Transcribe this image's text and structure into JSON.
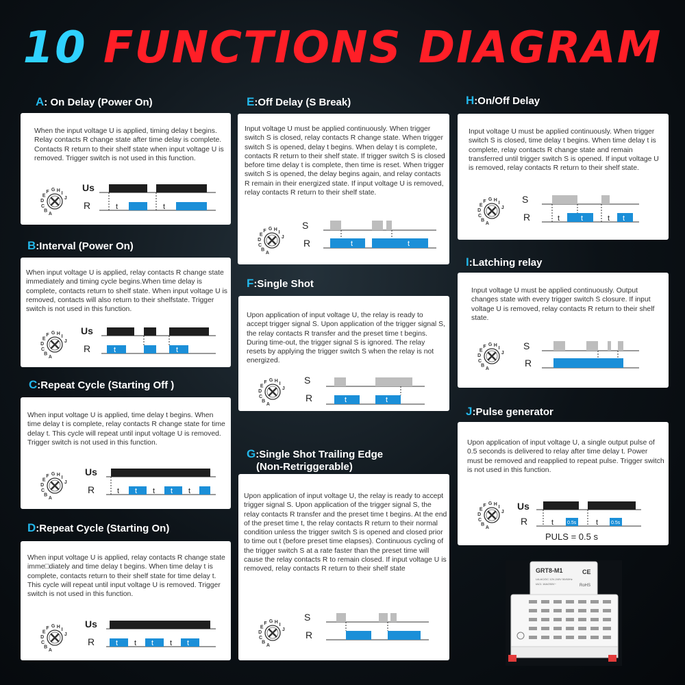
{
  "title": {
    "number": "10",
    "text": "FUNCTIONS DIAGRAM"
  },
  "colors": {
    "accent_blue": "#23b7ea",
    "relay_blue": "#1b8fd8",
    "signal_black": "#1e1e1e",
    "switch_gray": "#bdbdbd",
    "title_red": "#ff1f27",
    "title_cyan": "#2fd2ff"
  },
  "dial": {
    "letters": [
      "A",
      "B",
      "C",
      "D",
      "E",
      "F",
      "G",
      "H",
      "I",
      "J"
    ]
  },
  "functions": [
    {
      "id": "A",
      "label": ": On Delay (Power On)",
      "description": "When the input voltage U is applied, timing delay t begins. Relay contacts R change state after time delay is complete. Contacts R return to their shelf state when input voltage U is removed. Trigger switch is not used in this function.",
      "input_label": "Us",
      "output_label": "R",
      "time_label": "t"
    },
    {
      "id": "B",
      "label": ":Interval (Power On)",
      "description": "When input voltage U is applied, relay contacts R change state immediately and timing cycle begins.When time delay is complete, contacts return to shelf state. When input voltage U is removed, contacts will also return to their shelfstate. Trigger switch is not used in this function.",
      "input_label": "Us",
      "output_label": "R",
      "time_label": "t"
    },
    {
      "id": "C",
      "label": ":Repeat Cycle (Starting Off )",
      "description": "When input voltage U is applied, time delay t begins. When time delay t is complete, relay contacts R change state for time delay t. This cycle will repeat until input voltage U is removed. Trigger switch is not used in this function.",
      "input_label": "Us",
      "output_label": "R",
      "time_label": "t"
    },
    {
      "id": "D",
      "label": ":Repeat Cycle (Starting On)",
      "description": "When input voltage U is applied, relay contacts R change state imme□diately and time delay t begins. When time delay t is complete, contacts return to their shelf state for time delay t. This cycle will repeat until input voltage U is removed. Trigger switch is not used in this function.",
      "input_label": "Us",
      "output_label": "R",
      "time_label": "t"
    },
    {
      "id": "E",
      "label": ":Off Delay (S Break)",
      "description": "Input voltage U must be applied continuously. When trigger switch S is closed, relay contacts R change state. When trigger switch S is opened, delay t begins. When delay t is complete, contacts R return to their shelf state. If trigger switch S is closed before time delay t is complete, then time is reset. When trigger switch S is opened, the delay begins again, and relay contacts R remain in their energized state. If input voltage U is removed, relay contacts R return to their shelf state.",
      "input_label": "S",
      "output_label": "R",
      "time_label": "t"
    },
    {
      "id": "F",
      "label": ":Single Shot",
      "description": "Upon application of input voltage U, the relay is ready to accept trigger signal S. Upon application of the trigger signal S, the relay contacts R transfer and the preset time t begins. During time-out, the trigger signal S is ignored. The relay resets by applying the trigger switch S when the relay is not energized.",
      "input_label": "S",
      "output_label": "R",
      "time_label": "t"
    },
    {
      "id": "G",
      "label": ":Single Shot Trailing Edge",
      "label_line2": "(Non-Retriggerable)",
      "description": "Upon application of input voltage U, the relay is ready to accept trigger signal S. Upon application of the trigger signal S, the relay contacts R transfer and the preset time t begins. At the end of the preset time t, the relay contacts R return to their normal condition unless the trigger switch S is opened and closed prior to time out t (before preset time elapses). Continuous cycling of the trigger switch S at a rate faster than the preset time will cause the relay contacts R to remain closed. If input voltage U is removed, relay contacts R return to their shelf state",
      "input_label": "S",
      "output_label": "R",
      "time_label": "t"
    },
    {
      "id": "H",
      "label": ":On/Off Delay",
      "description": "Input voltage U must be applied continuously. When trigger switch S is closed, time delay t begins. When time delay t is complete, relay contacts R change state and remain transferred until trigger switch S is opened. If input voltage U is removed, relay contacts R return to their shelf state.",
      "input_label": "S",
      "output_label": "R",
      "time_label": "t"
    },
    {
      "id": "I",
      "label": ":Latching relay",
      "description": "Input voltage U must be applied continuously. Output changes state with every trigger switch S closure. If input voltage U is removed, relay contacts R return to their shelf state.",
      "input_label": "S",
      "output_label": "R"
    },
    {
      "id": "J",
      "label": ":Pulse generator",
      "description": "Upon application of input voltage U, a single output pulse of 0.5 seconds is delivered to relay after time delay t. Power must be removed and reapplied to repeat pulse. Trigger switch is not used in this function.",
      "input_label": "Us",
      "output_label": "R",
      "time_label": "t",
      "pulse_label": "0.5s",
      "pulse_caption": "PULS = 0.5 s"
    }
  ],
  "device": {
    "model": "GRT8-M1",
    "ce_mark": "CE",
    "rohs": "RoHS",
    "spec_line1": "UA:AC/DC 12V-240V 50/60Hz",
    "spec_line2": "IAC1 16A/250V~"
  }
}
